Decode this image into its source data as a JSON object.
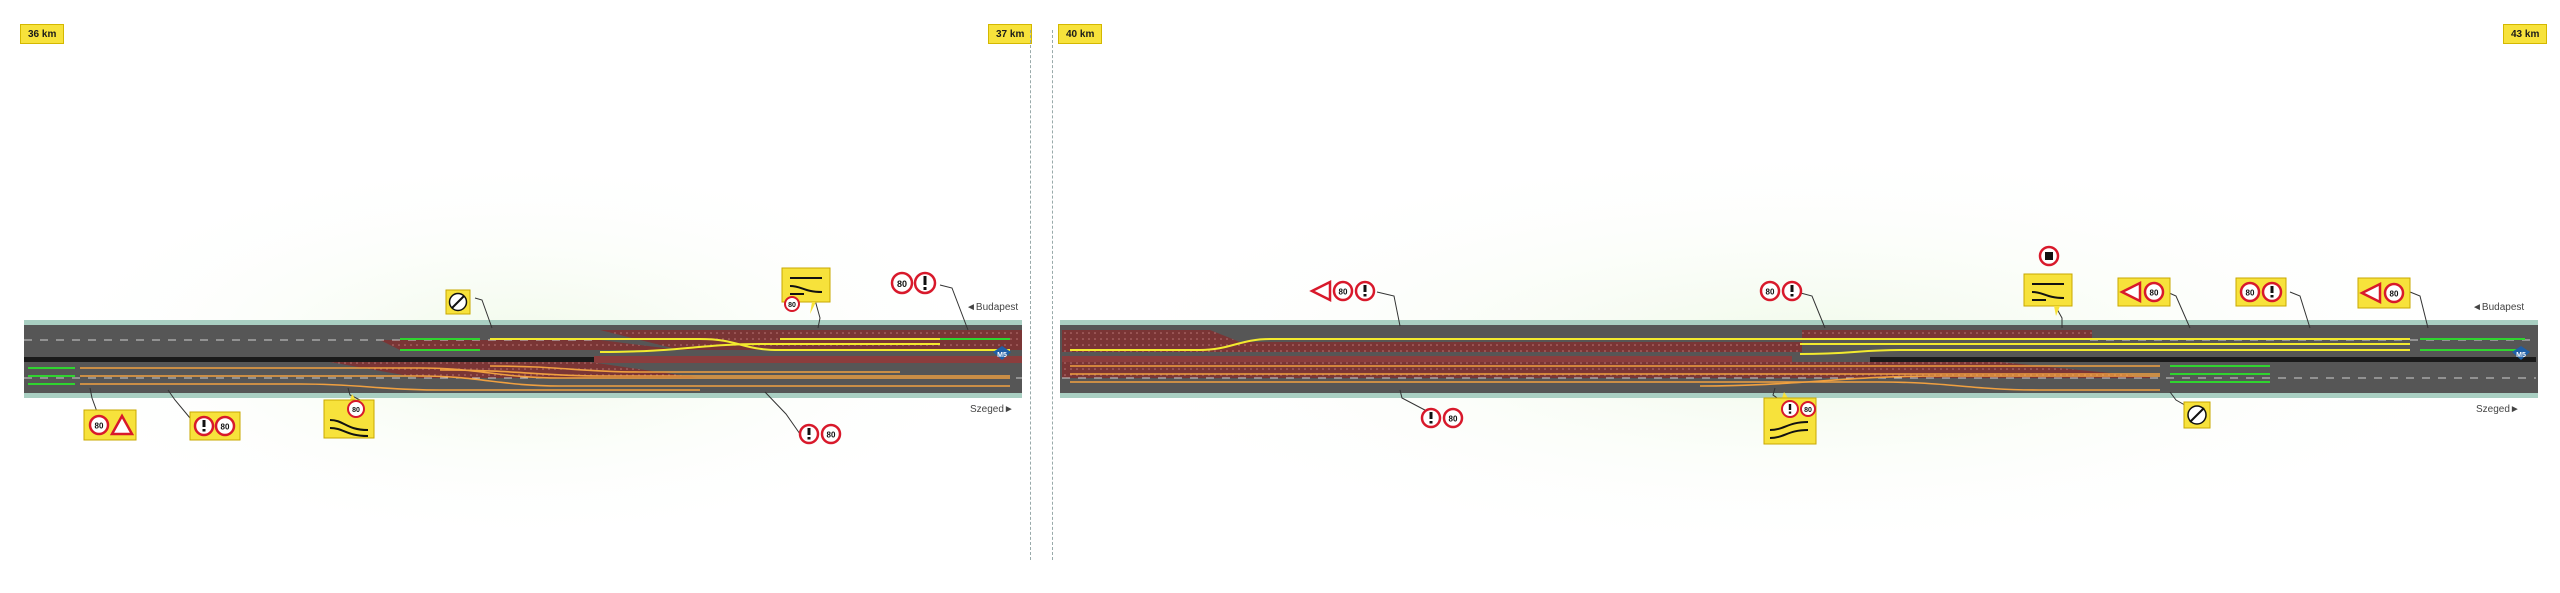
{
  "segments": [
    {
      "km_start": "36 km",
      "km_end": "37 km"
    },
    {
      "km_start": "40 km",
      "km_end": "43 km"
    }
  ],
  "directions": {
    "north": "Budapest",
    "south": "Szeged",
    "north_arrow": "◄",
    "south_arrow": "►"
  },
  "motorway_shield": "M5",
  "speed_limit": "80",
  "colors": {
    "road_asphalt": "#5a5a5a",
    "closed_lane": "#8b3d3d",
    "verge": "#a9cfc2",
    "lane_green": "#2fd42f",
    "lane_yellow": "#f2ea2e",
    "lane_orange": "#f0a040",
    "sign_yellow": "#f7e23b",
    "sign_red": "#d8192b",
    "shield_blue": "#1f5fa6"
  },
  "signs": [
    {
      "id": "s1",
      "panel": "left",
      "icons": [
        "speed-limit-icon",
        "exclamation-icon"
      ]
    },
    {
      "id": "s2",
      "panel": "left",
      "icons": [
        "end-of-restrictions-icon"
      ]
    },
    {
      "id": "s3",
      "panel": "left",
      "icons": [
        "lane-merge-icon",
        "speed-limit-icon"
      ]
    },
    {
      "id": "s4",
      "panel": "left",
      "icons": [
        "speed-limit-icon",
        "roadworks-warning-icon"
      ]
    },
    {
      "id": "s5",
      "panel": "left",
      "icons": [
        "exclamation-icon",
        "speed-limit-icon"
      ]
    },
    {
      "id": "s6",
      "panel": "left",
      "icons": [
        "lane-shift-icon",
        "speed-limit-icon"
      ]
    },
    {
      "id": "s7",
      "panel": "left",
      "icons": [
        "exclamation-icon",
        "speed-limit-icon"
      ]
    },
    {
      "id": "s8",
      "panel": "right",
      "icons": [
        "roadworks-warning-icon",
        "speed-limit-icon",
        "exclamation-icon"
      ]
    },
    {
      "id": "s9",
      "panel": "right",
      "icons": [
        "speed-limit-icon",
        "exclamation-icon"
      ]
    },
    {
      "id": "s10",
      "panel": "right",
      "icons": [
        "lane-shift-icon",
        "no-overtaking-trucks-icon"
      ]
    },
    {
      "id": "s11",
      "panel": "right",
      "icons": [
        "roadworks-warning-icon",
        "speed-limit-icon"
      ]
    },
    {
      "id": "s12",
      "panel": "right",
      "icons": [
        "speed-limit-icon",
        "exclamation-icon"
      ]
    },
    {
      "id": "s13",
      "panel": "right",
      "icons": [
        "roadworks-warning-icon",
        "speed-limit-icon"
      ]
    },
    {
      "id": "s14",
      "panel": "right",
      "icons": [
        "exclamation-icon",
        "speed-limit-icon"
      ]
    },
    {
      "id": "s15",
      "panel": "right",
      "icons": [
        "lane-merge-icon",
        "exclamation-icon",
        "speed-limit-icon"
      ]
    },
    {
      "id": "s16",
      "panel": "right",
      "icons": [
        "end-of-restrictions-icon"
      ]
    }
  ]
}
